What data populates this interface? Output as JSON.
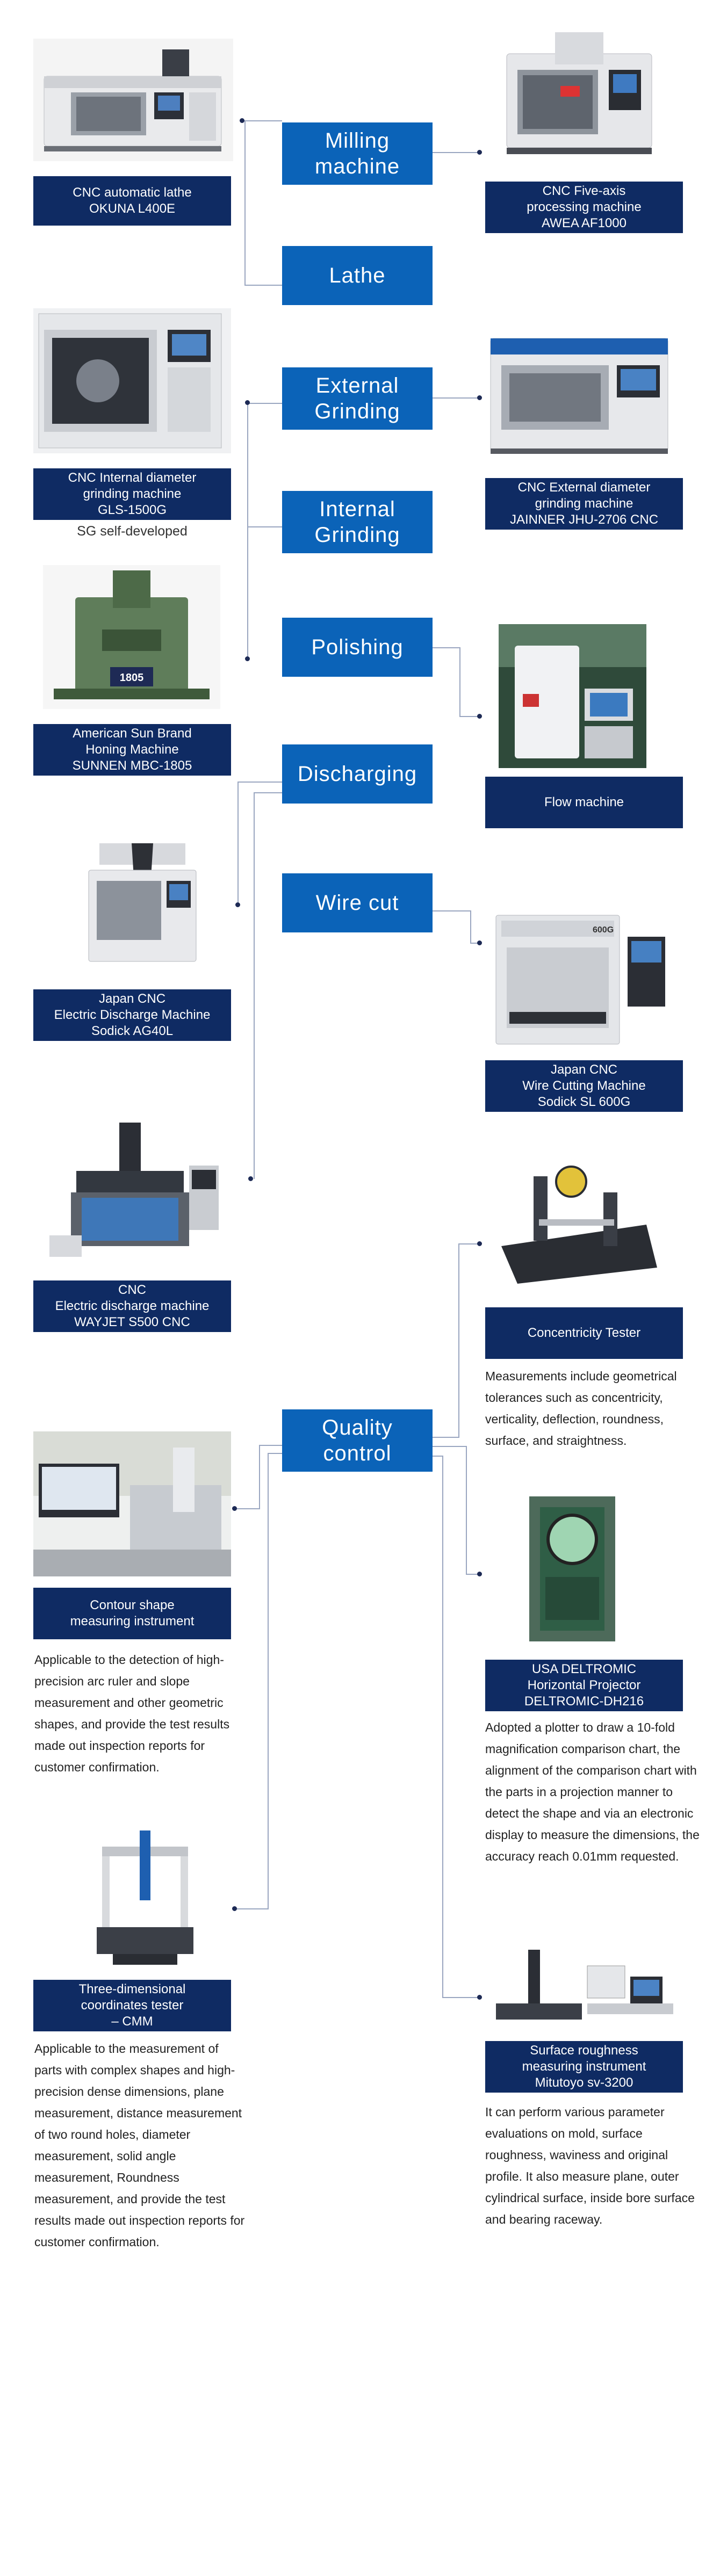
{
  "categories": {
    "milling": "Milling\nmachine",
    "lathe": "Lathe",
    "external_grinding": "External\nGrinding",
    "internal_grinding": "Internal\nGrinding",
    "polishing": "Polishing",
    "discharging": "Discharging",
    "wire_cut": "Wire cut",
    "quality_control": "Quality\ncontrol"
  },
  "machines": {
    "okuna": "CNC automatic lathe\nOKUNA L400E",
    "awea": "CNC Five-axis\nprocessing machine\nAWEA AF1000",
    "gls": "CNC Internal diameter\ngrinding machine\nGLS-1500G",
    "gls_note": "SG self-developed",
    "jainner": "CNC External diameter\ngrinding machine\nJAINNER JHU-2706 CNC",
    "sunnen": "American Sun Brand\nHoning Machine\nSUNNEN MBC-1805",
    "flow": "Flow machine",
    "sodick_ag40l": "Japan CNC\nElectric Discharge Machine\nSodick AG40L",
    "sodick_sl600g": "Japan CNC\nWire Cutting Machine\nSodick SL 600G",
    "wayjet": "CNC\nElectric discharge machine\nWAYJET S500 CNC"
  },
  "quality": {
    "concentricity": {
      "title": "Concentricity Tester",
      "desc": "Measurements include geometrical tolerances such as concentricity, verticality, deflection, roundness, surface, and straightness."
    },
    "contour": {
      "title": "Contour shape\nmeasuring instrument",
      "desc": "Applicable to the detection of high-precision arc ruler and slope measurement and other geometric shapes, and provide the test results made out inspection reports for customer confirmation."
    },
    "projector": {
      "title": "USA DELTROMIC\nHorizontal Projector\nDELTROMIC-DH216",
      "desc": "Adopted a plotter to draw a 10-fold magnification comparison chart, the alignment of the comparison chart with the parts in a projection manner to detect the shape and via an electronic display to measure the dimensions, the accuracy reach 0.01mm requested."
    },
    "cmm": {
      "title": "Three-dimensional\ncoordinates tester\n– CMM",
      "desc": "Applicable to the measurement of parts with complex shapes and high-precision dense dimensions, plane measurement, distance measurement of two round holes, diameter measurement, solid angle measurement, Roundness measurement, and provide the test results made out inspection reports for customer confirmation."
    },
    "roughness": {
      "title": "Surface roughness\nmeasuring instrument\nMitutoyo sv-3200",
      "desc": "It can perform various parameter evaluations on mold, surface roughness, waviness and original profile. It also measure plane, outer cylindrical surface, inside bore surface and bearing raceway."
    }
  },
  "machine_labels": {
    "sunnen_plate": "1805",
    "sodick_sl600g_plate": "600G"
  }
}
